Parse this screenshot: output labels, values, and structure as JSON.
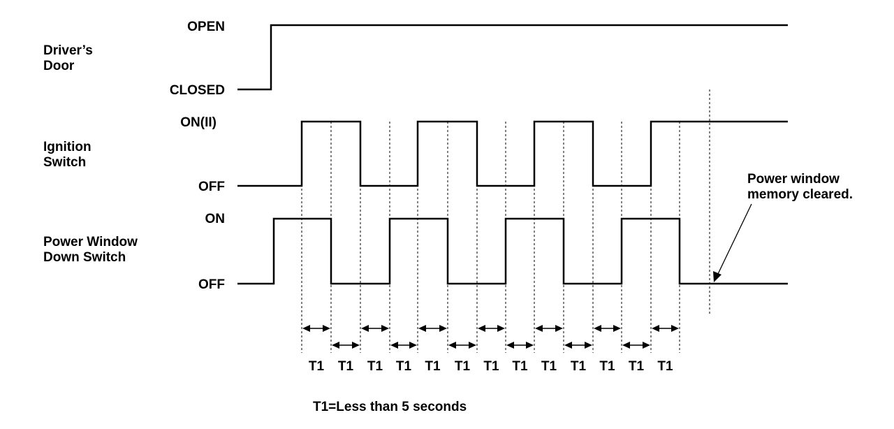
{
  "signals": {
    "door": {
      "name_line1": "Driver’s",
      "name_line2": "Door",
      "high_label": "OPEN",
      "low_label": "CLOSED"
    },
    "ignition": {
      "name_line1": "Ignition",
      "name_line2": "Switch",
      "high_label": "ON(II)",
      "low_label": "OFF"
    },
    "window": {
      "name_line1": "Power Window",
      "name_line2": "Down Switch",
      "high_label": "ON",
      "low_label": "OFF"
    }
  },
  "annotation": {
    "line1": "Power window",
    "line2": "memory cleared."
  },
  "interval_label": "T1",
  "interval_labels": [
    "T1",
    "T1",
    "T1",
    "T1",
    "T1",
    "T1",
    "T1",
    "T1",
    "T1",
    "T1",
    "T1",
    "T1",
    "T1"
  ],
  "footnote": "T1=Less than 5 seconds"
}
